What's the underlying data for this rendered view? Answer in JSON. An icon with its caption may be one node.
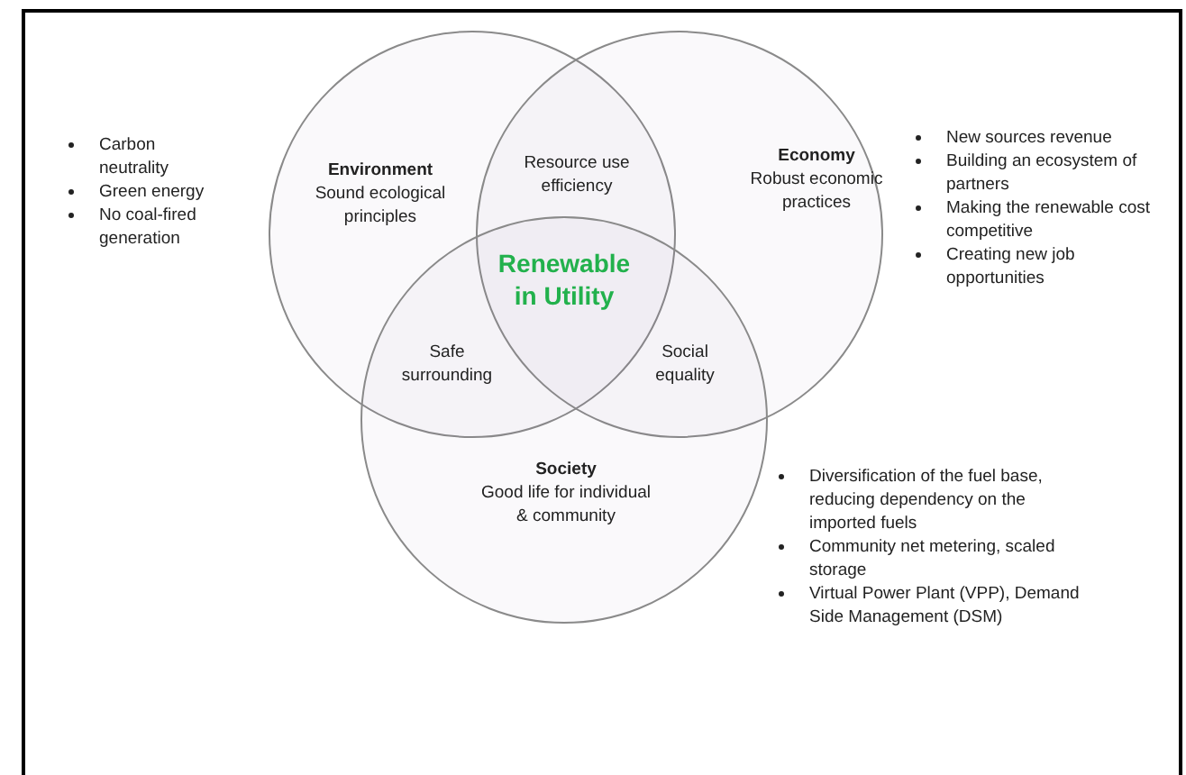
{
  "diagram": {
    "nodes": [
      {
        "text": [
          "Environment",
          "Sound ecological principles"
        ]
      },
      {
        "text": [
          "Economy",
          "Robust economic practices"
        ]
      },
      {
        "text": [
          "Society",
          "Good life for individual & community"
        ]
      }
    ],
    "labels": [
      "Carbon neutrality",
      "Green energy",
      "No coal-fired generation",
      "Resource use efficiency",
      "New sources revenue",
      "Building an ecosystem of partners",
      "Making the renewable cost competitive",
      "Creating new job opportunities",
      "Renewable in Utility",
      "Safe surrounding",
      "Social equality",
      "Diversification of the fuel base, reducing dependency on the imported fuels",
      "Community net metering, scaled storage",
      "Virtual Power Plant (VPP), Demand Side Management (DSM)"
    ]
  }
}
